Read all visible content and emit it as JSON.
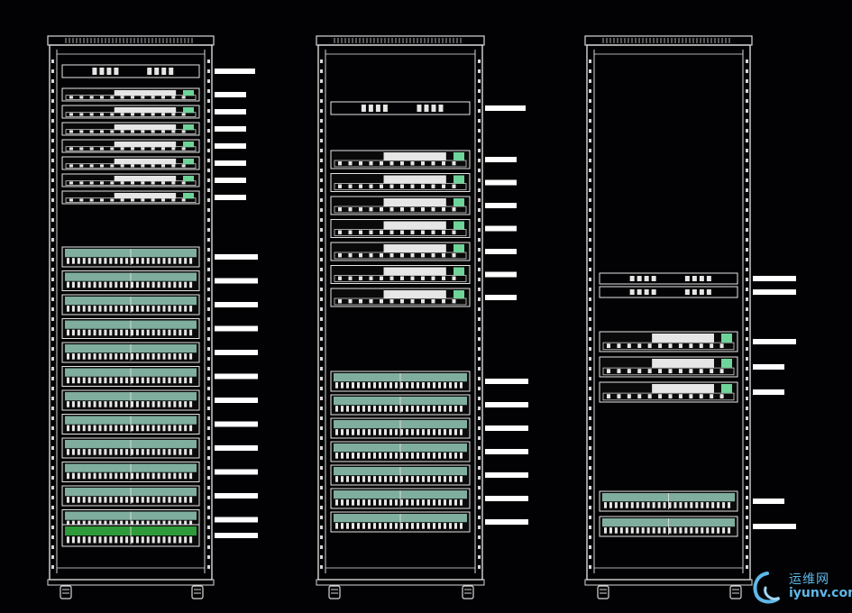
{
  "colors": {
    "background": "#020204",
    "frame": "#d8d8d8",
    "server": "#e6e6e6",
    "patch_panel": "#7fae9e",
    "highlight_panel": "#2e9a3a",
    "label_bar": "#ffffff",
    "watermark": "#5fb8e8"
  },
  "racks": [
    {
      "id": "rack-1",
      "units": [
        {
          "type": "pdu",
          "count": 1
        },
        {
          "type": "server",
          "count": 7
        },
        {
          "type": "patch-panel",
          "count": 12
        },
        {
          "type": "green-patch-panel",
          "count": 1
        }
      ]
    },
    {
      "id": "rack-2",
      "units": [
        {
          "type": "pdu",
          "count": 1
        },
        {
          "type": "server",
          "count": 7
        },
        {
          "type": "patch-panel",
          "count": 7
        }
      ]
    },
    {
      "id": "rack-3",
      "units": [
        {
          "type": "pdu",
          "count": 2
        },
        {
          "type": "server",
          "count": 3
        },
        {
          "type": "patch-panel",
          "count": 2
        }
      ]
    }
  ],
  "watermark": {
    "text_cn": "运维网",
    "text_url": "iyunv.com",
    "logo_icon": "swirl-logo-icon"
  }
}
